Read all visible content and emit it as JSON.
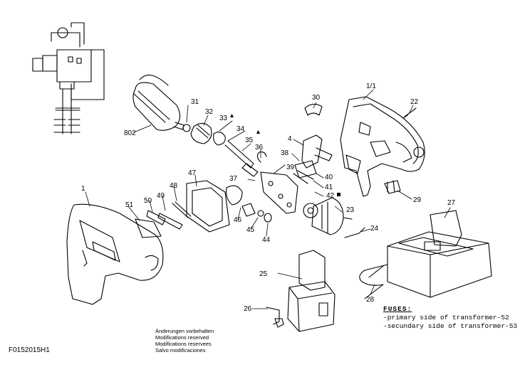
{
  "parts": [
    {
      "id": "1",
      "label": "1"
    },
    {
      "id": "1/1",
      "label": "1/1"
    },
    {
      "id": "4",
      "label": "4"
    },
    {
      "id": "22",
      "label": "22"
    },
    {
      "id": "23",
      "label": "23"
    },
    {
      "id": "24",
      "label": "24"
    },
    {
      "id": "25",
      "label": "25"
    },
    {
      "id": "26",
      "label": "26"
    },
    {
      "id": "27",
      "label": "27"
    },
    {
      "id": "28",
      "label": "28"
    },
    {
      "id": "29",
      "label": "29"
    },
    {
      "id": "30",
      "label": "30"
    },
    {
      "id": "31",
      "label": "31"
    },
    {
      "id": "32",
      "label": "32"
    },
    {
      "id": "33",
      "label": "33"
    },
    {
      "id": "34",
      "label": "34"
    },
    {
      "id": "35",
      "label": "35"
    },
    {
      "id": "36",
      "label": "36"
    },
    {
      "id": "37",
      "label": "37"
    },
    {
      "id": "38",
      "label": "38"
    },
    {
      "id": "39",
      "label": "39"
    },
    {
      "id": "40",
      "label": "40"
    },
    {
      "id": "41",
      "label": "41"
    },
    {
      "id": "42",
      "label": "42"
    },
    {
      "id": "44",
      "label": "44"
    },
    {
      "id": "45",
      "label": "45"
    },
    {
      "id": "46",
      "label": "46"
    },
    {
      "id": "47",
      "label": "47"
    },
    {
      "id": "48",
      "label": "48"
    },
    {
      "id": "49",
      "label": "49"
    },
    {
      "id": "50",
      "label": "50"
    },
    {
      "id": "51",
      "label": "51"
    },
    {
      "id": "802",
      "label": "802"
    }
  ],
  "notes": [
    "Änderungen vorbehalten",
    "Modifications reserved",
    "Modifications reservees",
    "Salvo modificaciones"
  ],
  "fuses": {
    "title": "FUSES:",
    "primary": "-primary side of transformer-52",
    "secondary": "-secundary side of transformer-53"
  },
  "doc_id": "F0152015H1"
}
